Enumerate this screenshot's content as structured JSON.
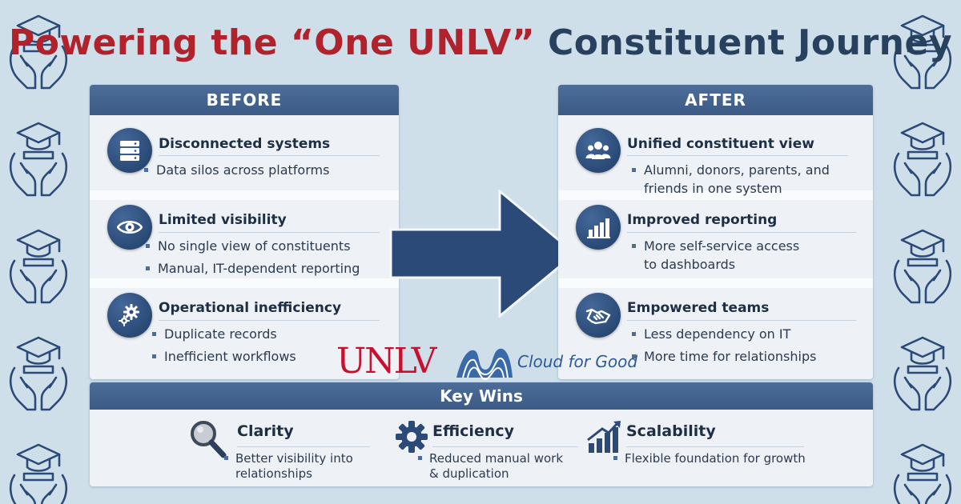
{
  "title": {
    "part1": "Powering the “One UNLV”",
    "part2": "Constituent Journey"
  },
  "before": {
    "header": "BEFORE",
    "items": [
      {
        "icon": "server-icon",
        "title": "Disconnected systems",
        "bullets": [
          [
            "Data silos across platforms"
          ]
        ]
      },
      {
        "icon": "eye-icon",
        "title": "Limited visibility",
        "bullets": [
          [
            "No single view of constituents"
          ],
          [
            "Manual, IT-dependent reporting"
          ]
        ]
      },
      {
        "icon": "gears-icon",
        "title": "Operational inefficiency",
        "bullets": [
          [
            "Duplicate records"
          ],
          [
            "Inefficient workflows"
          ]
        ]
      }
    ]
  },
  "after": {
    "header": "AFTER",
    "items": [
      {
        "icon": "group-icon",
        "title": "Unified constituent view",
        "bullets": [
          [
            "Alumni, donors, parents, and",
            "friends in one system"
          ]
        ]
      },
      {
        "icon": "bar-chart-icon",
        "title": "Improved reporting",
        "bullets": [
          [
            "More self-service access",
            "to dashboards"
          ]
        ]
      },
      {
        "icon": "handshake-icon",
        "title": "Empowered teams",
        "bullets": [
          [
            "Less dependency on IT"
          ],
          [
            "More time for relationships"
          ]
        ]
      }
    ]
  },
  "logos": {
    "unlv": "UNLV",
    "cloud_for_good": "Cloud for Good"
  },
  "key_wins": {
    "header": "Key Wins",
    "items": [
      {
        "icon": "magnifier-icon",
        "title": "Clarity",
        "lines": [
          "Better visibility into",
          "relationships"
        ]
      },
      {
        "icon": "gear-icon",
        "title": "Efficiency",
        "lines": [
          "Reduced manual work",
          "& duplication"
        ]
      },
      {
        "icon": "growth-chart-icon",
        "title": "Scalability",
        "lines": [
          "Flexible foundation for growth"
        ]
      }
    ]
  },
  "colors": {
    "accent_red": "#b0222c",
    "navy": "#28415e",
    "header_blue": "#4d6e99",
    "arrow_blue": "#2b4a78",
    "background": "#cfdfea"
  }
}
